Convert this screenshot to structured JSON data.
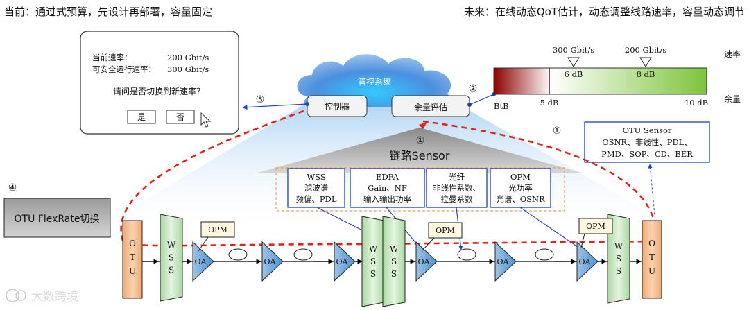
{
  "header": {
    "current": "当前：通过式预算，先设计再部署，容量固定",
    "future": "未来：在线动态QoT估计，动态调整线路速率，容量动态调节"
  },
  "dialog": {
    "rate_label": "当前速率：",
    "rate_value": "200 Gbit/s",
    "safe_label": "可安全运行速率：",
    "safe_value": "300 Gbit/s",
    "question": "请问是否切换到新速率？",
    "yes": "是",
    "no": "否"
  },
  "cloud": {
    "title": "管控系统",
    "controller": "控制器",
    "margin_eval": "余量评估"
  },
  "steps": {
    "s1": "①",
    "s2": "②",
    "s3": "③",
    "s4": "④"
  },
  "margin_bar": {
    "rate_label": "速率",
    "margin_label": "余量",
    "btb": "BtB",
    "tick_low": "5 dB",
    "tick_high": "10 dB",
    "marker1_rate": "300 Gbit/s",
    "marker1_db": "6 dB",
    "marker2_rate": "200 Gbit/s",
    "marker2_db": "8 dB",
    "colors": {
      "start": "#8b0000",
      "mid": "#ffffff",
      "end": "#7cc43c"
    }
  },
  "sensor": {
    "title": "链路Sensor",
    "boxes": [
      {
        "title": "WSS",
        "line1": "滤波谱",
        "line2": "频偏、PDL"
      },
      {
        "title": "EDFA",
        "line1": "Gain、NF",
        "line2": "输入输出功率"
      },
      {
        "title": "光纤",
        "line1": "非线性系数、",
        "line2": "拉曼系数"
      },
      {
        "title": "OPM",
        "line1": "光功率",
        "line2": "光谱、OSNR"
      }
    ]
  },
  "otu_sensor": {
    "title": "OTU Sensor",
    "line1": "OSNR、非线性、PDL、",
    "line2": "PMD、SOP、CD、BER"
  },
  "flexrate": {
    "label": "OTU FlexRate切换"
  },
  "chain": {
    "otu": [
      "O",
      "T",
      "U"
    ],
    "wss": [
      "W",
      "S",
      "S"
    ],
    "oa": "OA",
    "opm": "OPM"
  },
  "watermark": "大数跨境"
}
